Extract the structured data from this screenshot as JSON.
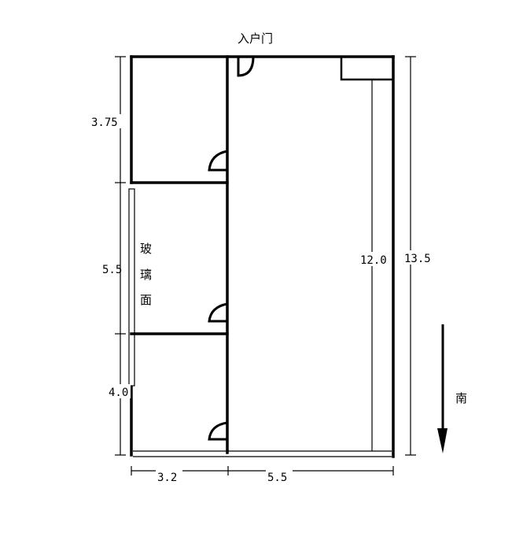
{
  "labels": {
    "entrance": "入户门",
    "glass": [
      "玻",
      "璃",
      "面"
    ],
    "south": "南"
  },
  "dimensions": {
    "left_top": "3.75",
    "left_middle": "5.5",
    "left_bottom": "4.0",
    "inner_length": "12.0",
    "total_length": "13.5",
    "bottom_left": "3.2",
    "bottom_right": "5.5"
  }
}
